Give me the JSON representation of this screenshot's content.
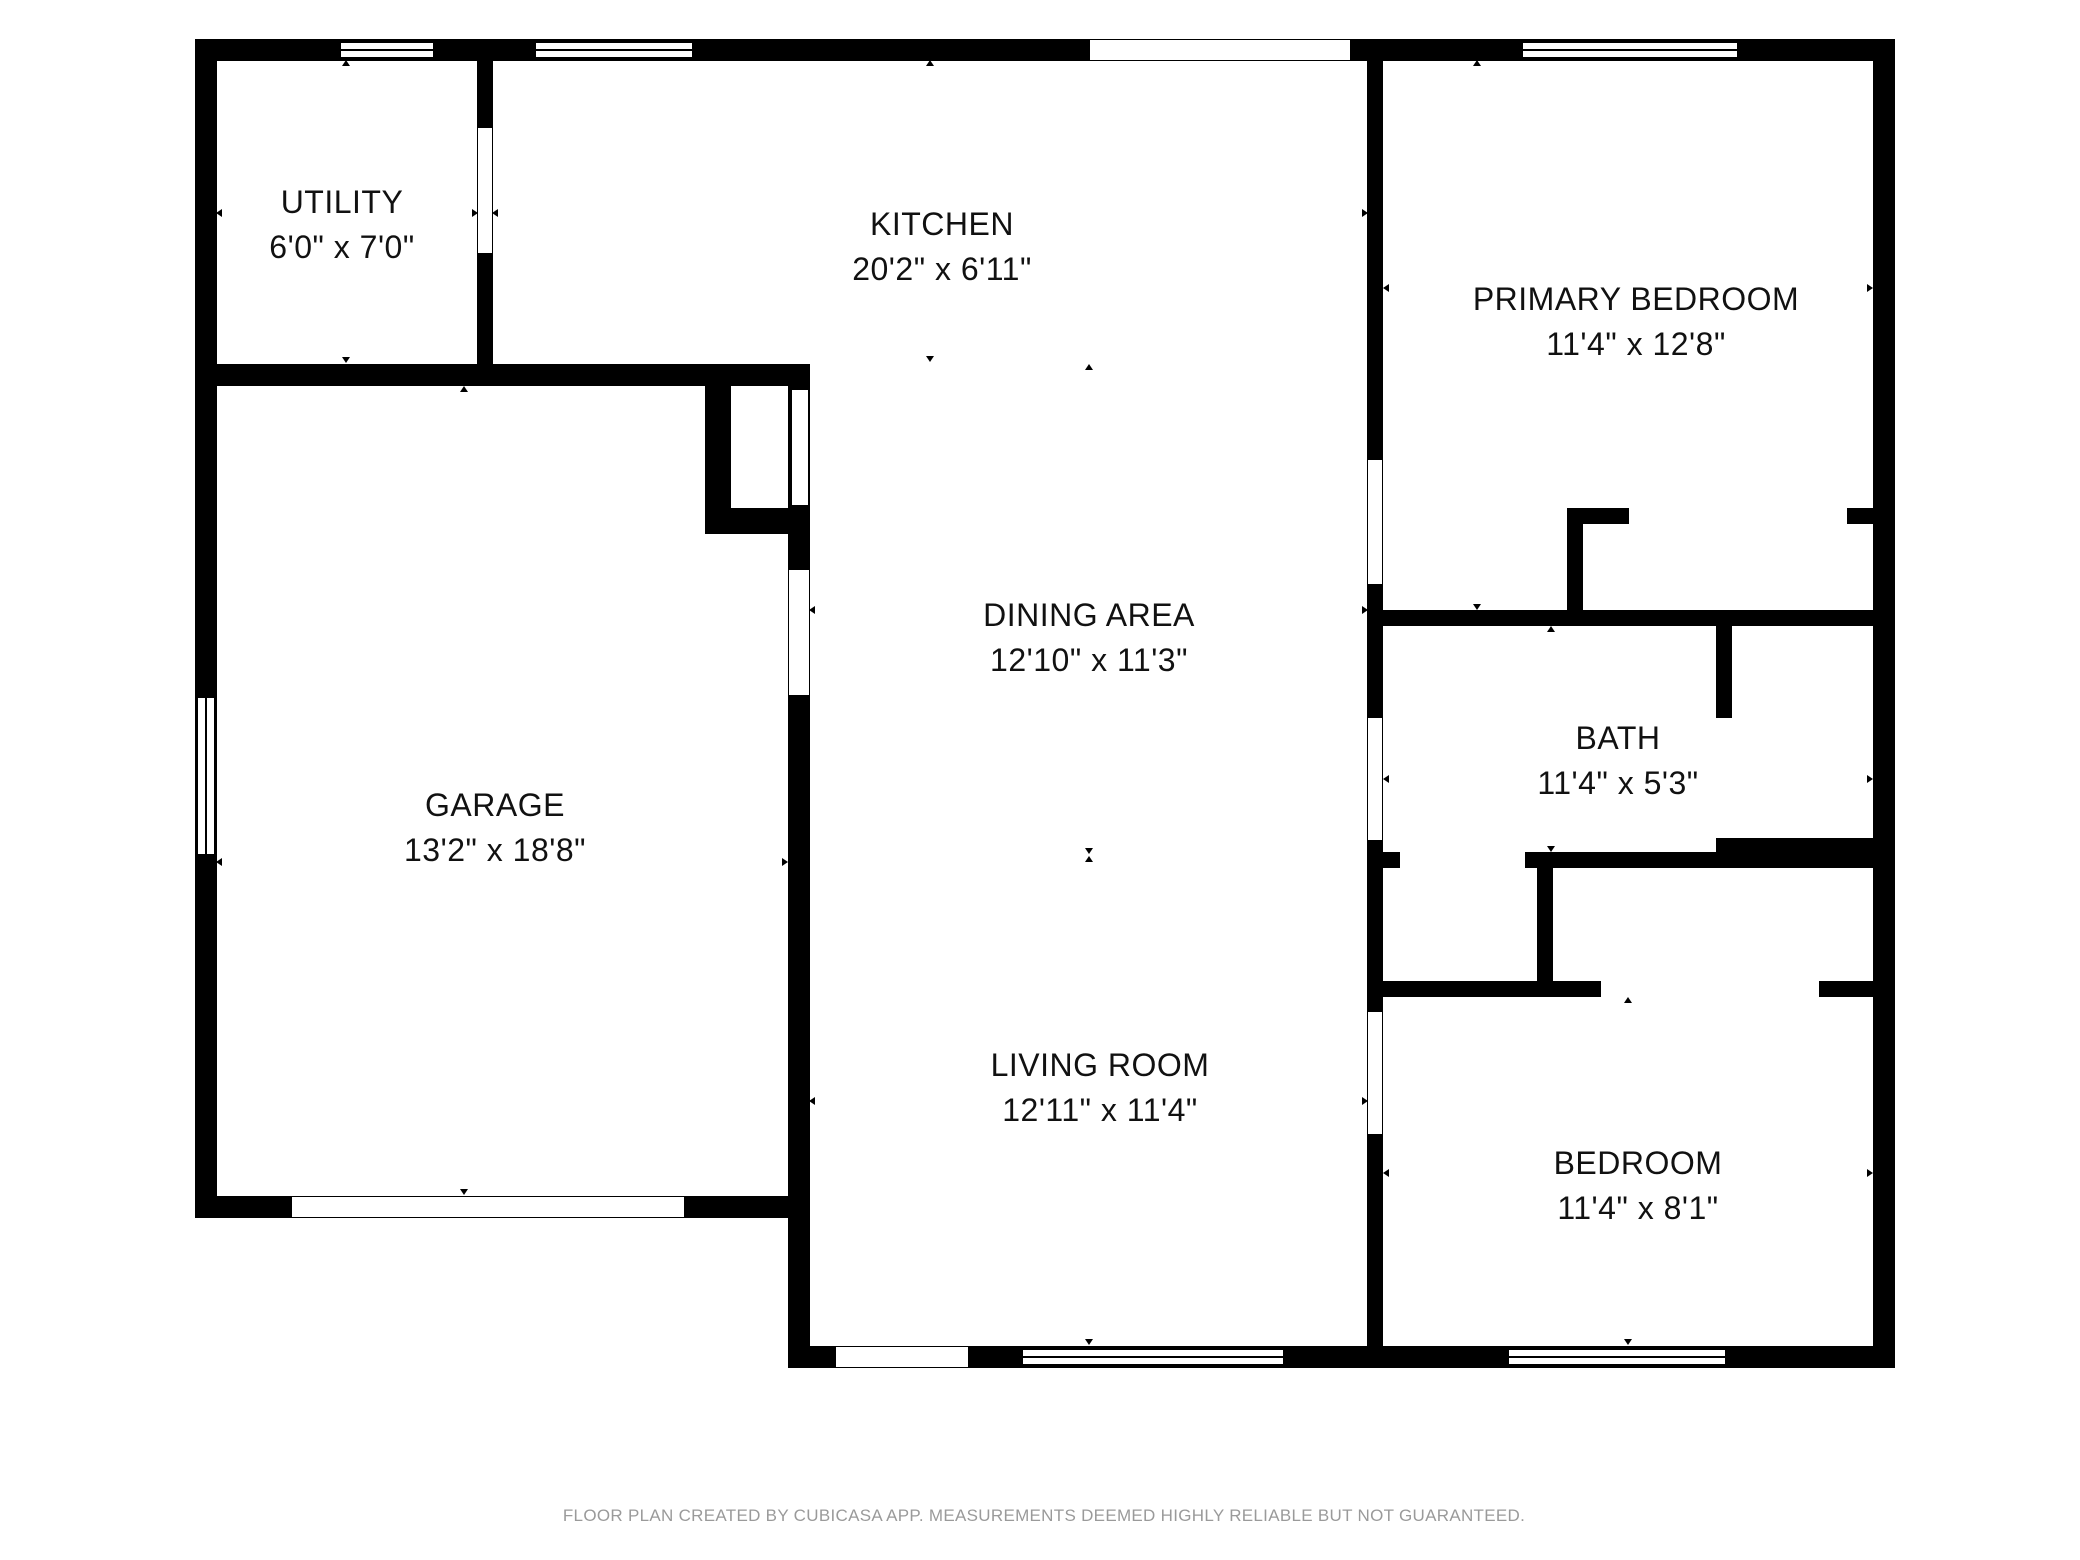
{
  "rooms": {
    "utility": {
      "name": "UTILITY",
      "size": "6'0\" x 7'0\""
    },
    "kitchen": {
      "name": "KITCHEN",
      "size": "20'2\" x 6'11\""
    },
    "primary_bedroom": {
      "name": "PRIMARY BEDROOM",
      "size": "11'4\" x 12'8\""
    },
    "dining_area": {
      "name": "DINING AREA",
      "size": "12'10\" x 11'3\""
    },
    "bath": {
      "name": "BATH",
      "size": "11'4\" x 5'3\""
    },
    "garage": {
      "name": "GARAGE",
      "size": "13'2\" x 18'8\""
    },
    "living_room": {
      "name": "LIVING ROOM",
      "size": "12'11\" x 11'4\""
    },
    "bedroom": {
      "name": "BEDROOM",
      "size": "11'4\" x 8'1\""
    }
  },
  "footer": "FLOOR PLAN CREATED BY CUBICASA APP. MEASUREMENTS DEEMED HIGHLY RELIABLE BUT NOT GUARANTEED.",
  "colors": {
    "wall": "#000000",
    "background": "#ffffff",
    "footer_text": "#9a9a9a"
  }
}
